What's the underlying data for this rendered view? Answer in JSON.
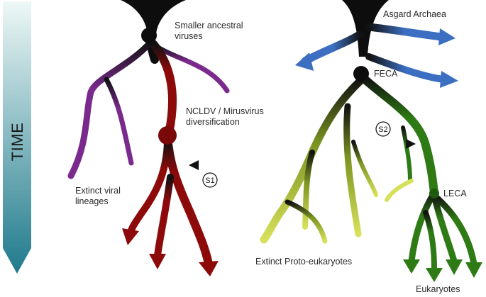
{
  "time_axis": {
    "label": "TIME"
  },
  "labels": {
    "smaller_ancestral_viruses": [
      "Smaller ancestral",
      "viruses"
    ],
    "ncldv": [
      "NCLDV / Mirusvirus",
      "diversification"
    ],
    "extinct_viral": [
      "Extinct viral",
      "lineages"
    ],
    "asgard": "Asgard Archaea",
    "feca": "FECA",
    "leca": "LECA",
    "extinct_proto": "Extinct Proto-eukaryotes",
    "eukaryotes": "Eukaryotes"
  },
  "scenarios": {
    "s1": "S1",
    "s2": "S2"
  },
  "colors": {
    "black": "#0d0d0d",
    "purple": "#7a2a8c",
    "red": "#8c0a0a",
    "blue": "#3c6fc2",
    "olive": "#6d8a1a",
    "lime": "#d7e05a",
    "green": "#2e7a14",
    "time_top": "#e8f6f3",
    "time_bottom": "#1f7a8c"
  }
}
